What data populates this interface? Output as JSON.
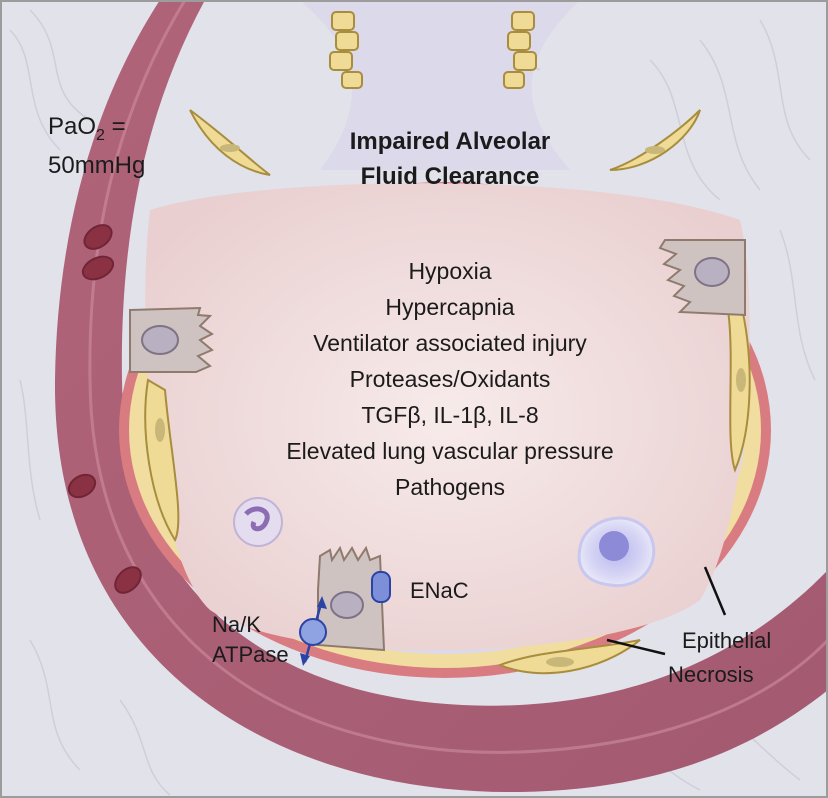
{
  "pao2": {
    "prefix": "PaO",
    "subscript": "2",
    "suffix": " =",
    "value": "50mmHg"
  },
  "title": [
    "Impaired Alveolar",
    "Fluid Clearance"
  ],
  "factors": [
    "Hypoxia",
    "Hypercapnia",
    "Ventilator associated injury",
    "Proteases/Oxidants",
    "TGFβ, IL-1β, IL-8",
    "Elevated lung vascular pressure",
    "Pathogens"
  ],
  "labels": {
    "enac": "ENaC",
    "na_k_line1": "Na/K",
    "na_k_line2": "ATPase",
    "necrosis_line1": "Epithelial",
    "necrosis_line2": "Necrosis"
  },
  "colors": {
    "background": "#e3e3ec",
    "vessel": "#b5697e",
    "alveolar_fluid": "#f0dede",
    "airspace": "#dcdaea",
    "epithelium": "#f2e2a6",
    "cell_body": "#d2c7c6",
    "transporter": "#2c43a6"
  }
}
